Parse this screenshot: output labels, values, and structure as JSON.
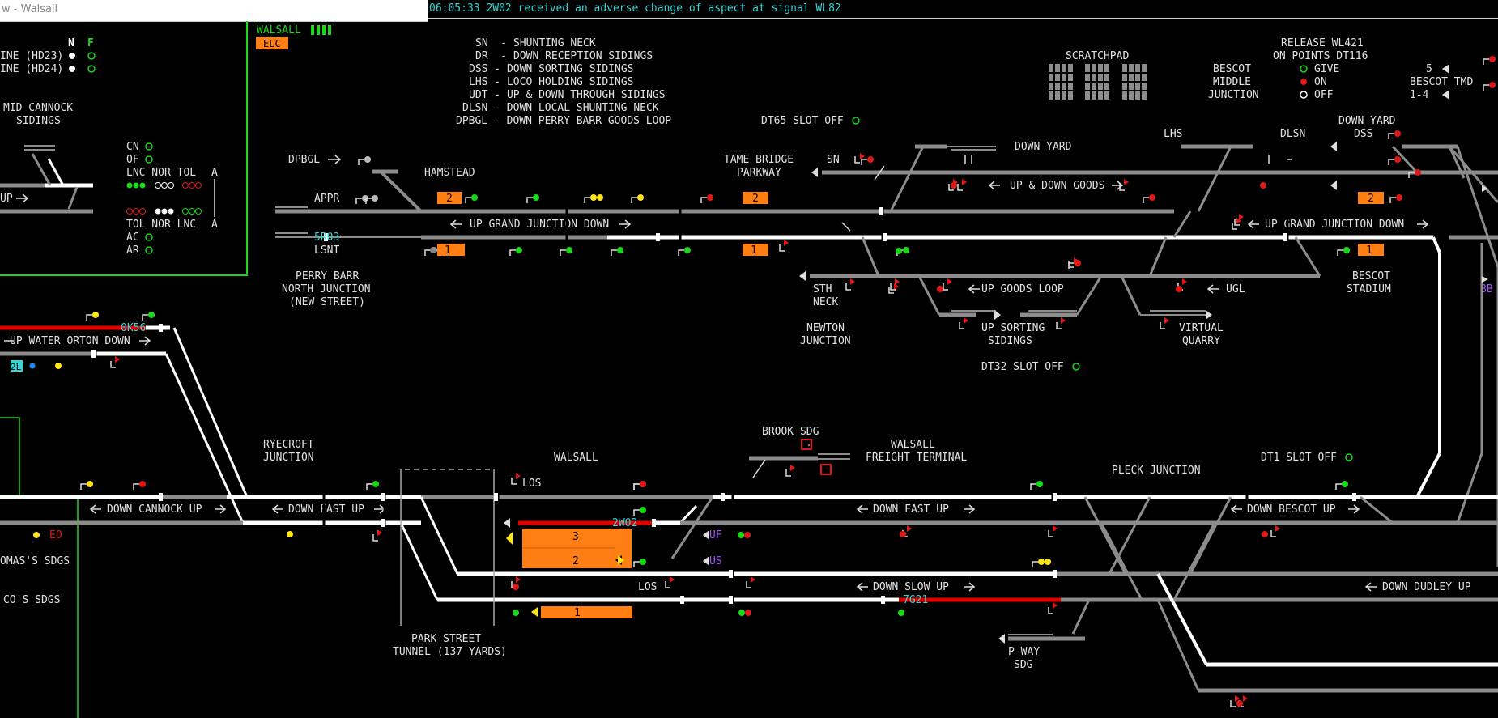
{
  "window": {
    "title": "w - Walsall"
  },
  "message_bar": {
    "text": "06:05:33 2W02 received an adverse change of aspect at signal WL82"
  },
  "header": {
    "panel_name": "WALSALL",
    "elc_label": "ELC"
  },
  "key_legend": [
    "SN  - SHUNTING NECK",
    "DR  - DOWN RECEPTION SIDINGS",
    "DSS - DOWN SORTING SIDINGS",
    "LHS - LOCO HOLDING SIDINGS",
    "UDT - UP & DOWN THROUGH SIDINGS",
    "DLSN - DOWN LOCAL SHUNTING NECK",
    "DPBGL - DOWN PERRY BARR GOODS LOOP"
  ],
  "scratchpad": {
    "label": "SCRATCHPAD"
  },
  "release": {
    "title_line1": "RELEASE WL421",
    "title_line2": "ON POINTS DT116",
    "location": [
      "BESCOT",
      "MIDDLE",
      "JUNCTION"
    ],
    "states": [
      "GIVE",
      "ON",
      "OFF"
    ]
  },
  "bescot_tmd": {
    "count": "5",
    "label": "BESCOT TMD",
    "roads": "1-4"
  },
  "left_panel": {
    "col_n": "N",
    "col_f": "F",
    "line_hd23": "INE (HD23)",
    "line_hd24": "INE (HD24)",
    "mid_cannock_1": "MID CANNOCK",
    "mid_cannock_2": "SIDINGS",
    "cn": "CN",
    "of": "OF",
    "lnc_row": "LNC NOR TOL",
    "tol_row": "TOL NOR LNC",
    "a_label": "A",
    "ac": "AC",
    "ar": "AR",
    "up_arrow": "UP"
  },
  "labels": {
    "dpbgl": "DPBGL",
    "hamstead": "HAMSTEAD",
    "appr": "APPR",
    "lsnt": "LSNT",
    "perry_barr_1": "PERRY BARR",
    "perry_barr_2": "NORTH JUNCTION",
    "perry_barr_3": "(NEW STREET)",
    "tame_bridge_1": "TAME BRIDGE",
    "tame_bridge_2": "PARKWAY",
    "sn": "SN",
    "down_yard": "DOWN YARD",
    "lhs": "LHS",
    "dlsn": "DLSN",
    "down_yard_dss_1": "DOWN YARD",
    "down_yard_dss_2": "DSS",
    "dt65_slot": "DT65 SLOT OFF",
    "up_down_goods": "UP & DOWN GOODS",
    "up_grand_junction_down": "UP GRAND JUNCTION DOWN",
    "sth_neck_1": "STH",
    "sth_neck_2": "NECK",
    "up_goods_loop": "UP GOODS LOOP",
    "ugl": "UGL",
    "bescot_stadium_1": "BESCOT",
    "bescot_stadium_2": "STADIUM",
    "newton_1": "NEWTON",
    "newton_2": "JUNCTION",
    "up_sorting_1": "UP SORTING",
    "up_sorting_2": "SIDINGS",
    "virtual_quarry_1": "VIRTUAL",
    "virtual_quarry_2": "QUARRY",
    "dt32_slot": "DT32 SLOT OFF",
    "bb": "BB",
    "up_water_orton_down": "UP WATER ORTON DOWN",
    "ryecroft_1": "RYECROFT",
    "ryecroft_2": "JUNCTION",
    "walsall": "WALSALL",
    "brook_sdg": "BROOK SDG",
    "wft_1": "WALSALL",
    "wft_2": "FREIGHT TERMINAL",
    "pleck": "PLECK JUNCTION",
    "dt1_slot": "DT1 SLOT OFF",
    "down_cannock_up": "DOWN CANNOCK UP",
    "down_fast_up": "DOWN FAST UP",
    "los": "LOS",
    "down_bescot_up": "DOWN BESCOT UP",
    "uf": "UF",
    "us": "US",
    "down_slow_up": "DOWN SLOW UP",
    "down_dudley_up": "DOWN DUDLEY UP",
    "eo": "EO",
    "thomas_sdgs": "OMAS'S SDGS",
    "cos_sdgs": "CO'S SDGS",
    "park_street_1": "PARK STREET",
    "park_street_2": "TUNNEL (137 YARDS)",
    "pway_1": "P-WAY",
    "pway_2": "SDG"
  },
  "train_descriptions": {
    "td_5r03": "5R03",
    "td_0k56": "0K56",
    "td_2w02": "2W02",
    "td_7g21": "7G21",
    "td_2l": "2L"
  },
  "platforms": {
    "hamstead_upper": "2",
    "hamstead_lower": "1",
    "tame_upper": "2",
    "tame_lower": "1",
    "bescot_upper": "2",
    "bescot_lower": "1",
    "walsall_3": "3",
    "walsall_2": "2",
    "walsall_1": "1"
  },
  "colors": {
    "background": "#000000",
    "track_idle": "#8c8c8c",
    "track_route": "#ffffff",
    "track_occupied": "#e00000",
    "platform": "#ff7f14",
    "signal_green": "#18d818",
    "signal_red": "#e01818",
    "signal_yellow": "#ffe418",
    "td_cyan": "#36d6d6",
    "panel_green": "#10c010",
    "purple": "#a050ff"
  }
}
